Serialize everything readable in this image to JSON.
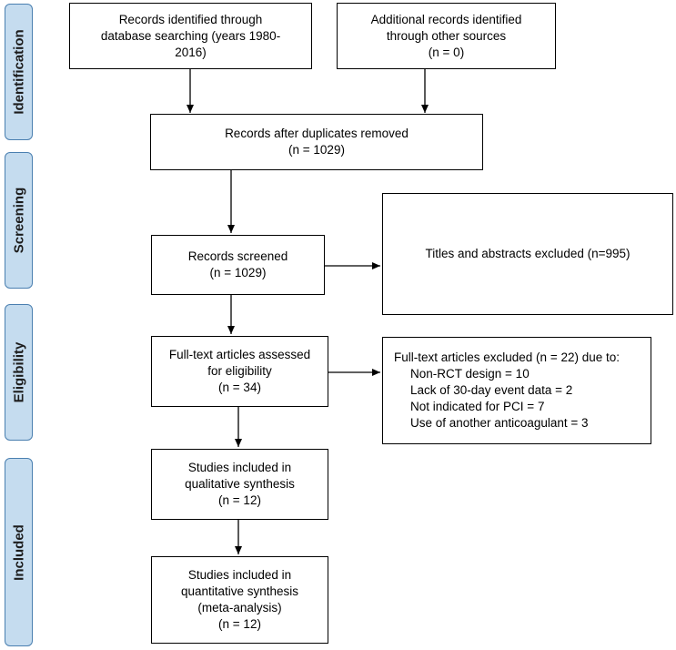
{
  "stages": {
    "identification": "Identification",
    "screening": "Screening",
    "eligibility": "Eligibility",
    "included": "Included"
  },
  "boxes": {
    "records_identified": [
      "Records identified through",
      "database searching (years 1980-",
      "2016)"
    ],
    "additional_records": [
      "Additional records identified",
      "through other sources",
      "(n = 0)"
    ],
    "after_duplicates": [
      "Records after duplicates removed",
      "(n = 1029)"
    ],
    "records_screened": [
      "Records screened",
      "(n = 1029)"
    ],
    "titles_excluded": [
      "Titles and abstracts excluded (n=995)"
    ],
    "fulltext_assessed": [
      "Full-text articles assessed",
      "for eligibility",
      "(n = 34)"
    ],
    "fulltext_excluded": {
      "heading": "Full-text articles excluded (n = 22) due to:",
      "reasons": [
        "Non-RCT design = 10",
        "Lack of 30-day event data = 2",
        "Not indicated for PCI = 7",
        "Use of another anticoagulant = 3"
      ]
    },
    "qualitative": [
      "Studies included in",
      "qualitative synthesis",
      "(n = 12)"
    ],
    "quantitative": [
      "Studies included in",
      "quantitative synthesis",
      "(meta-analysis)",
      "(n = 12)"
    ]
  }
}
